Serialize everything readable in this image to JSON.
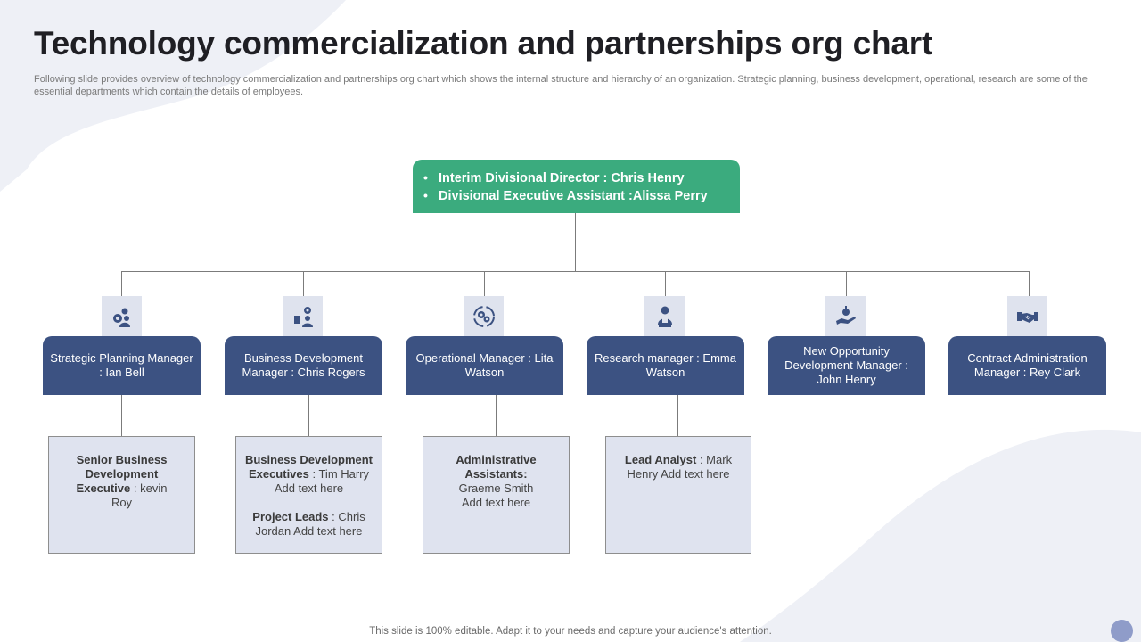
{
  "title": "Technology commercialization and partnerships org chart",
  "subtitle": "Following slide provides overview of technology commercialization and partnerships org chart which shows the internal structure and hierarchy of an organization. Strategic planning, business development, operational, research are some of the essential departments which contain the details of employees.",
  "director": {
    "line1": "Interim Divisional Director : Chris Henry",
    "line2": "Divisional Executive Assistant :Alissa Perry"
  },
  "managers": [
    {
      "label": "Strategic Planning Manager : Ian Bell",
      "icon": "gears-person-icon"
    },
    {
      "label": "Business Development Manager : Chris Rogers",
      "icon": "strategy-person-icon"
    },
    {
      "label": "Operational Manager : Lita Watson",
      "icon": "cycle-gears-icon"
    },
    {
      "label": "Research manager : Emma Watson",
      "icon": "researcher-icon"
    },
    {
      "label": "New Opportunity Development Manager : John Henry",
      "icon": "hand-growth-icon"
    },
    {
      "label": "Contract Administration Manager : Rey Clark",
      "icon": "handshake-icon"
    }
  ],
  "subordinates": {
    "strategic": {
      "bold": "Senior Business Development Executive",
      "text": " : kevin Roy"
    },
    "business": {
      "bold1": "Business Development Executives",
      "text1": " : Tim Harry Add text here",
      "bold2": "Project Leads",
      "text2": " : Chris Jordan Add text here"
    },
    "operational": {
      "bold": "Administrative Assistants:",
      "text": " Graeme Smith Add text here"
    },
    "research": {
      "bold": "Lead Analyst",
      "text": " : Mark Henry Add text here"
    }
  },
  "footer": "This slide is 100% editable. Adapt it to your needs and capture your audience's attention.",
  "colors": {
    "director_bg": "#3bab7e",
    "manager_bg": "#3c5282",
    "icon_bg": "#dfe3ee",
    "sub_bg": "#dfe3ef"
  }
}
